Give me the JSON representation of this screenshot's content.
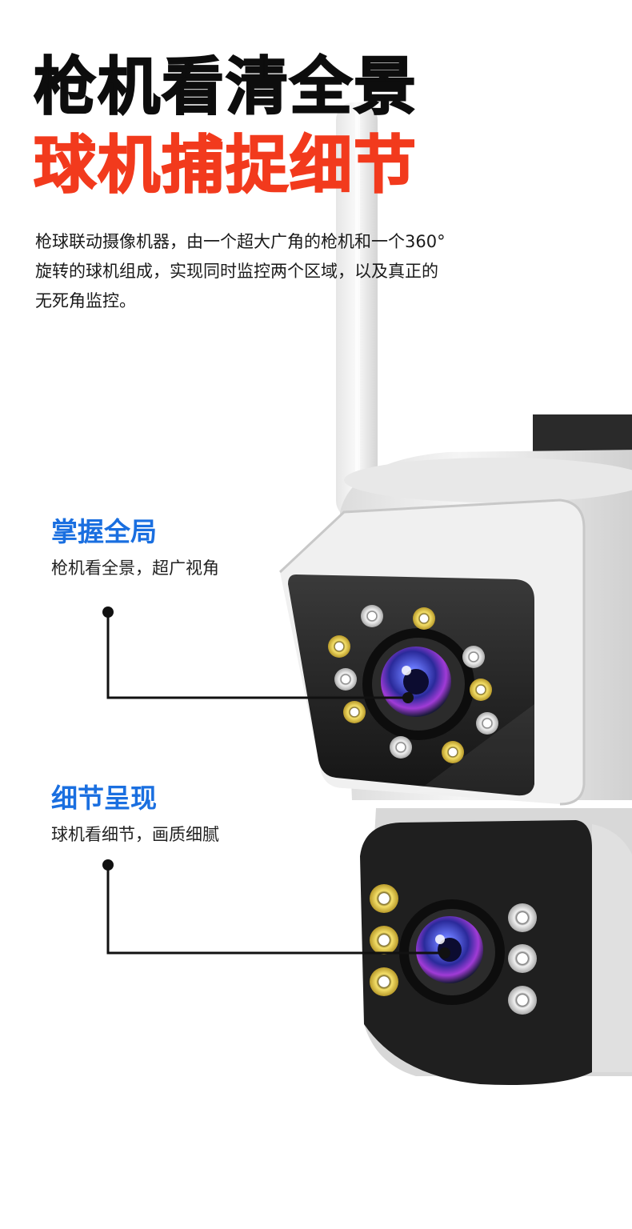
{
  "headline": {
    "line1": "枪机看清全景",
    "line2": "球机捕捉细节",
    "line1_color": "#0d0d0d",
    "line2_color": "#f23a1d"
  },
  "description": {
    "lines": [
      "枪球联动摄像机器，由一个超大广角的枪机和一个360°",
      "旋转的球机组成，实现同时监控两个区域，以及真正的",
      "无死角监控。"
    ]
  },
  "features": [
    {
      "title": "掌握全局",
      "subtitle": "枪机看全景，超广视角"
    },
    {
      "title": "细节呈现",
      "subtitle": "球机看细节，画质细腻"
    }
  ],
  "accent_color": "#1a6fe0",
  "icons": [
    "antenna-icon",
    "camera-lens-icon",
    "led-light-icon"
  ]
}
